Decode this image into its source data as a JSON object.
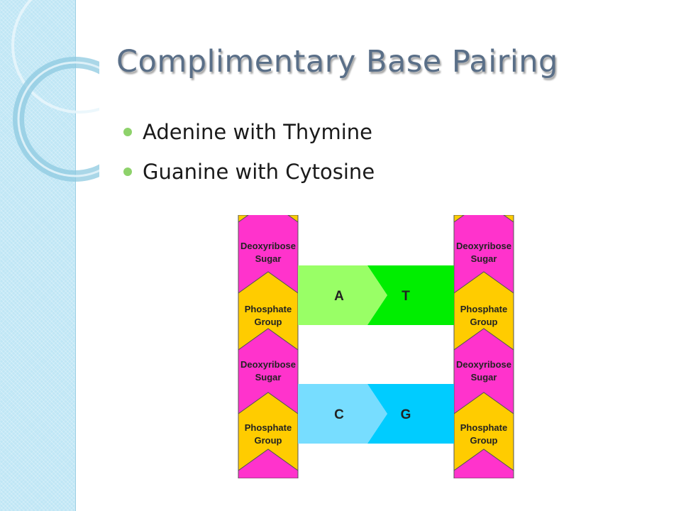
{
  "slide": {
    "title": "Complimentary Base Pairing",
    "bullets": [
      "Adenine with Thymine",
      "Guanine with Cytosine"
    ]
  },
  "diagram": {
    "left_strand": {
      "sugar_top": [
        "Deoxyribose",
        "Sugar"
      ],
      "phosphate_upper": [
        "Phosphate",
        "Group"
      ],
      "sugar_bottom": [
        "Deoxyribose",
        "Sugar"
      ],
      "phosphate_lower": [
        "Phosphate",
        "Group"
      ]
    },
    "right_strand": {
      "sugar_top": [
        "Deoxyribose",
        "Sugar"
      ],
      "phosphate_upper": [
        "Phosphate",
        "Group"
      ],
      "sugar_bottom": [
        "Deoxyribose",
        "Sugar"
      ],
      "phosphate_lower": [
        "Phosphate",
        "Group"
      ]
    },
    "pair_top": {
      "left": "A",
      "right": "T"
    },
    "pair_bottom": {
      "left": "C",
      "right": "G"
    }
  },
  "colors": {
    "sugar": "#ff33cc",
    "phosphate": "#ffcc00",
    "adenine": "#99ff66",
    "thymine": "#00ee00",
    "cytosine": "#77ddff",
    "guanine": "#00ccff",
    "title": "#5a6f88",
    "bullet": "#8ed26b",
    "side_band": "#bfe6f5"
  }
}
